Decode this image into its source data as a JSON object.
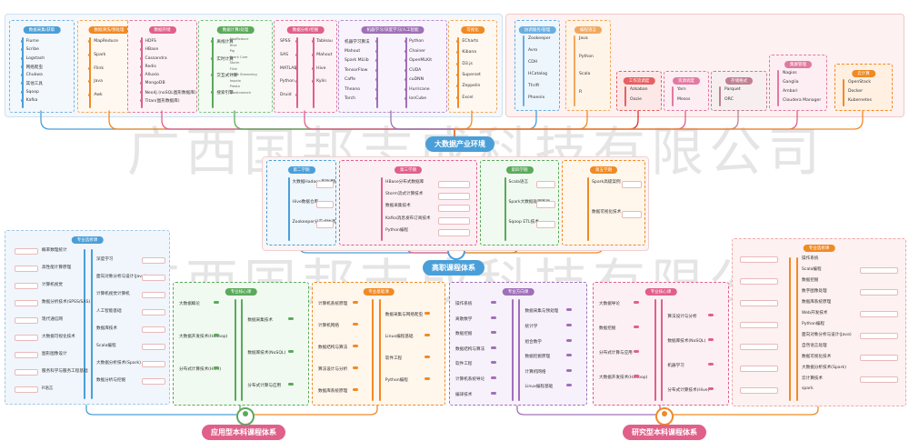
{
  "colors": {
    "blue": "#4a9fd8",
    "orange": "#f08a24",
    "pink": "#e0608a",
    "green": "#5aaa5a",
    "purple": "#a070b8",
    "red": "#e03030",
    "teal": "#3aa6a6"
  },
  "labels": {
    "industry": "大数据产业环境",
    "vocational": "高职课程体系",
    "applied": "应用型本科课程体系",
    "research": "研究型本科课程体系"
  },
  "watermark": {
    "line1": "广西国邦志成科技有限公司",
    "line2": "广西国邦志成科技有限公司"
  },
  "top_columns": [
    {
      "num": "1",
      "title": "数据采集/获取",
      "items": [
        "Flume",
        "Scribe",
        "Logstash",
        "网络爬虫",
        "Chukwa",
        "其他工具",
        "Sqoop",
        "Kafka"
      ]
    },
    {
      "num": "2",
      "title": "数据清洗/预处理",
      "items": [
        "MapReduce",
        "Spark",
        "Flink",
        "Java",
        "Awk"
      ]
    },
    {
      "num": "3",
      "title": "数据存储",
      "items": [
        "HDFS",
        "HBase",
        "Cassandra",
        "Redis",
        "Alluxio",
        "MongoDB",
        "Neo4j (noSQL图形数据库)",
        "Titan(图形数据库)"
      ]
    },
    {
      "num": "4",
      "title": "数据计算/处理",
      "items": [
        "离线计算",
        "实时计算",
        "交互式计算",
        "搜索引擎"
      ],
      "sub": [
        "MapReduce",
        "Hive",
        "Pig",
        "Spark Core",
        "Storm",
        "Flink",
        "Spark Streaming",
        "Impala",
        "Presto",
        "Elasticsearch"
      ]
    },
    {
      "num": "5",
      "title": "数据分析/挖掘",
      "items": [
        "SPSS",
        "Tableau",
        "SAS",
        "Mahout",
        "MATLAB",
        "Hive",
        "Python",
        "Kylin",
        "Druid"
      ]
    },
    {
      "num": "6",
      "title": "机器学习/深度学习/人工智能",
      "items": [
        "机器学习算法",
        "Python",
        "Mahout",
        "Chainer",
        "Spark MLlib",
        "OpenMLKit",
        "TensorFlow",
        "CUDA",
        "Caffe",
        "cuDNN",
        "Theano",
        "Hurricane",
        "Torch",
        "lonCube"
      ]
    },
    {
      "num": "7",
      "title": "可视化",
      "items": [
        "ECharts",
        "Kibana",
        "D3.js",
        "Superset",
        "Zeppelin",
        "Excel"
      ]
    }
  ],
  "right_groups": [
    {
      "title": "协调服务/管理",
      "items": [
        "Zookeeper",
        "Avro",
        "CDH",
        "HCatalog",
        "Thrift",
        "Phoenix"
      ]
    },
    {
      "title": "编程语言",
      "items": [
        "Java",
        "Python",
        "Scala",
        "R"
      ]
    },
    {
      "title": "工作流调度",
      "items": [
        "Azkaban",
        "Oozie"
      ]
    },
    {
      "title": "资源调度",
      "items": [
        "Yarn",
        "Mesos"
      ]
    },
    {
      "title": "存储格式",
      "items": [
        "Parquet",
        "ORC"
      ]
    },
    {
      "title": "集群管理",
      "items": [
        "Nagios",
        "Ganglia",
        "Ambari",
        "Cloudera Manager"
      ]
    },
    {
      "title": "云计算",
      "items": [
        "OpenStack",
        "Docker",
        "Kubernetes"
      ]
    }
  ],
  "voc_columns": [
    {
      "title": "第二学期",
      "items": [
        "大数据Hadoop基础课程",
        "Hive数据仓库",
        "Zookeeper分布式协调服务"
      ]
    },
    {
      "title": "第三学期",
      "items": [
        "HBase分布式数据库",
        "Storm流式计算技术",
        "数据采集技术",
        "Kafka消息发布订阅技术",
        "Python编程"
      ]
    },
    {
      "title": "第四学期",
      "items": [
        "Scala语言",
        "Spark大数据处理基础",
        "Sqoop ETL技术"
      ]
    },
    {
      "title": "第五学期",
      "items": [
        "Spark高级案例",
        "数据可视化技术"
      ]
    }
  ],
  "elective_left": {
    "title": "专业选修课",
    "items": [
      "概率数理统计",
      "深度学习",
      "高性能计算原理",
      "面向对象分析与设计(Java)",
      "计算机视觉",
      "计算机视觉计算机",
      "数据分析技术(SPSS/SAS)",
      "人工智能基础",
      "现代通信网",
      "数据库技术",
      "大数据可视化技术",
      "Scala编程",
      "图形图像设计",
      "大数据分析技术(Spark)",
      "服务科学与服务工程基础",
      "数据分析与挖掘",
      "R语言"
    ]
  },
  "bottom_columns": [
    {
      "title": "专业核心课",
      "items": [
        "大数据概论",
        "数据采集技术",
        "大数据开发技术(Hadoop)",
        "数据库技术(NoSQL)",
        "分布式计算技术(Hive)",
        "分布式计算与应用"
      ]
    },
    {
      "title": "专业基础课",
      "items": [
        "计算机系统原理",
        "数据采集与网络爬虫",
        "计算机网络",
        "Linux编程基础",
        "数据结构与算法",
        "软件工程",
        "算法设计与分析",
        "Python编程",
        "数据库系统原理"
      ]
    },
    {
      "title": "专业方向课",
      "items": [
        "操作系统",
        "数据采集与预处理",
        "离散数学",
        "统计学",
        "数据挖掘",
        "组合数学",
        "数据结构与算法",
        "数据挖掘原理",
        "软件工程",
        "计算机网络",
        "计算机系统导论",
        "Linux编程基础",
        "编译技术"
      ]
    },
    {
      "title": "专业核心课",
      "items": [
        "大数据导论",
        "算法设计与分析",
        "数据挖掘",
        "数据库技术(NoSQL)",
        "分布式计算与应用",
        "机器学习",
        "大数据开发技术(Hadoop)",
        "分布式计算技术(Hive)"
      ]
    }
  ],
  "elective_right": {
    "title": "专业选修课",
    "items": [
      "操作系统",
      "Scala编程",
      "数据挖掘",
      "数字图像处理",
      "数据库系统原理",
      "Web开发技术",
      "Python编程",
      "面向对象分析与设计(Java)",
      "自然语言处理",
      "数据可视化技术",
      "大数据分析技术(Spark)",
      "云计算技术",
      "spark"
    ]
  }
}
